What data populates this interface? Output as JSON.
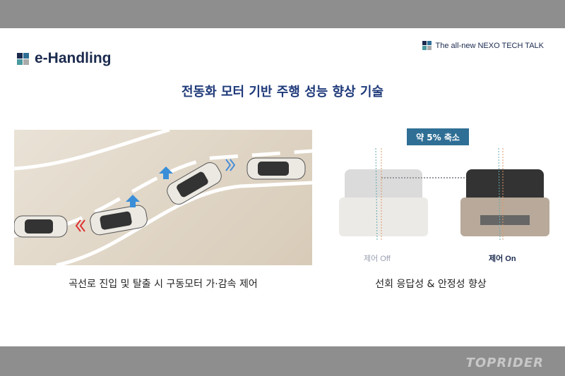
{
  "header": {
    "title": "e-Handling",
    "tagline": "The all-new NEXO TECH TALK"
  },
  "slide_title": "전동화 모터 기반 주행 성능 향상 기술",
  "left": {
    "caption": "곡선로 진입 및 탈출 시 구동모터 가·감속 제어"
  },
  "right": {
    "badge": "약 5% 축소",
    "label_off": "제어 Off",
    "label_on": "제어 On",
    "caption": "선회 응답성 & 안정성 향상"
  },
  "watermark": "TOPRIDER",
  "colors": {
    "navy": "#1b2a4e",
    "badge": "#2f6f95",
    "title": "#1f3a7a"
  }
}
